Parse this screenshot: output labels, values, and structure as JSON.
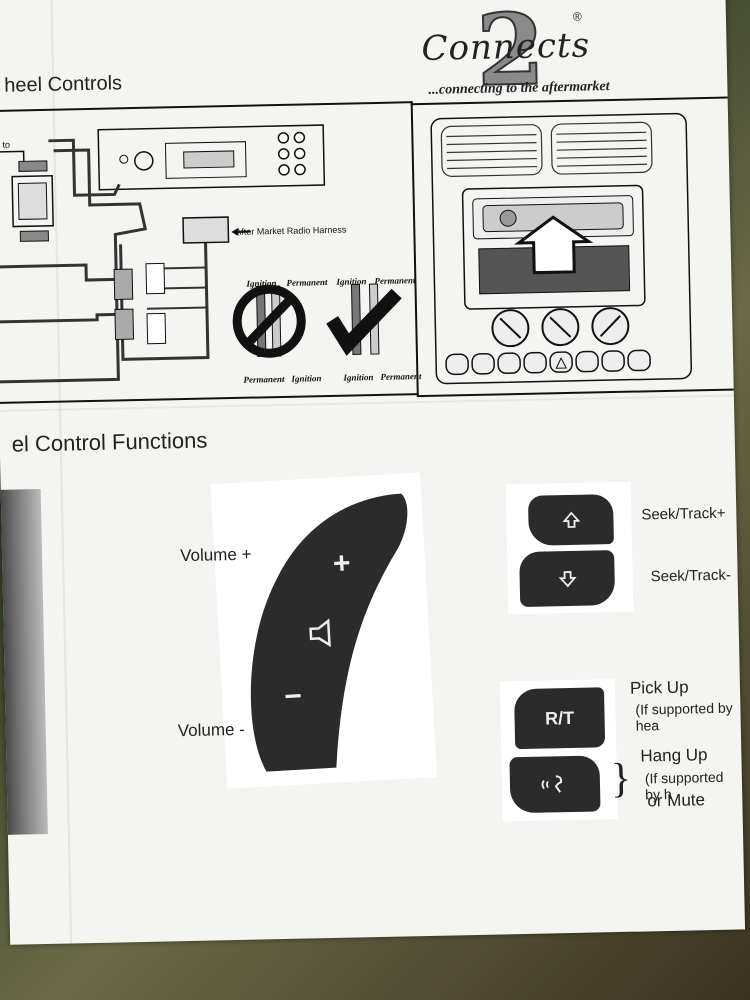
{
  "headings": {
    "top": "heel Controls",
    "functions": "el Control Functions"
  },
  "logo": {
    "numeral": "2",
    "word": "Connects",
    "registered": "®",
    "tagline": "...connecting to the aftermarket"
  },
  "diagram": {
    "corner_label": "s to",
    "harness_label": "After Market Radio Harness",
    "ignition_labels_top": [
      "Ignition",
      "Permanent",
      "Ignition",
      "Permanent"
    ],
    "ignition_labels_bottom": [
      "Permanent",
      "Ignition",
      "Ignition",
      "Permanent"
    ]
  },
  "functions": {
    "volume_up": "Volume +",
    "volume_down": "Volume -",
    "seek_up": "Seek/Track+",
    "seek_down": "Seek/Track-",
    "pickup": "Pick Up",
    "pickup_note": "(If supported by hea",
    "hangup": "Hang Up",
    "hangup_note": "(If supported by h",
    "mute": "or Mute",
    "rt_button": "R/T",
    "plus_symbol": "+",
    "minus_symbol": "−"
  }
}
